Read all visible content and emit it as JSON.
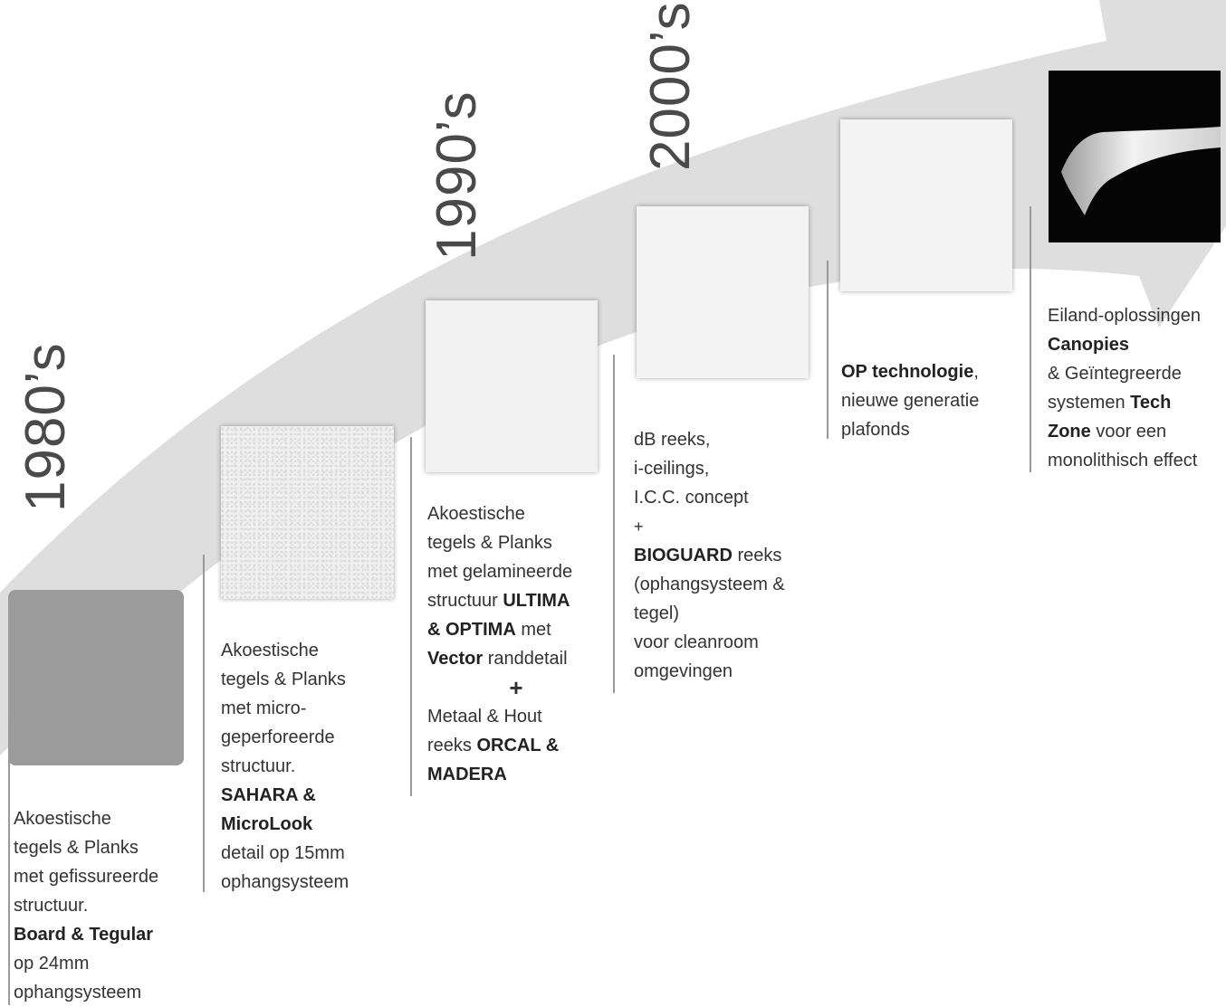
{
  "decades": [
    "1980’s",
    "1990’s",
    "2000’s"
  ],
  "colors": {
    "arrow": "#dedede",
    "tile_1980": "#9b9b9b",
    "canopy_bg": "#050505",
    "divider": "#9a9a9a"
  },
  "icons": [
    "canopy-photo"
  ],
  "era_1980": {
    "l1": "Akoestische",
    "l2": "tegels & Planks",
    "l3": "met gefissureerde",
    "l4": "structuur.",
    "l5_bold": "Board & Tegular",
    "l6": "op 24mm",
    "l7": "ophangsysteem"
  },
  "era_microlook": {
    "l1": "Akoestische",
    "l2": "tegels & Planks",
    "l3": "met micro-",
    "l4": "geperforeerde",
    "l5": "structuur.",
    "l6_bold": "SAHARA &",
    "l7_bold": "MicroLook",
    "l8": "detail op 15mm",
    "l9": "ophangsysteem"
  },
  "era_1990": {
    "l1": "Akoestische",
    "l2": "tegels & Planks",
    "l3": "met gelamineerde",
    "l4_pre": "structuur ",
    "l4_bold": "ULTIMA",
    "l5_bold": "& OPTIMA",
    "l5_post": " met",
    "l6_bold": "Vector",
    "l6_post": " randdetail",
    "plus": "+",
    "l7": "Metaal & Hout",
    "l8_pre": "reeks ",
    "l8_bold": "ORCAL &",
    "l9_bold": "MADERA"
  },
  "era_2000": {
    "l1": "dB reeks,",
    "l2": "i-ceilings,",
    "l3": "I.C.C. concept",
    "plus": "+",
    "l4_bold": "BIOGUARD",
    "l4_post": " reeks",
    "l5": "(ophangsysteem &",
    "l6": "tegel)",
    "l7": "voor cleanroom",
    "l8": "omgevingen"
  },
  "era_op": {
    "l1_bold": "OP technologie",
    "l1_post": ",",
    "l2": "nieuwe generatie",
    "l3": "plafonds"
  },
  "era_canopy": {
    "l1": "Eiland-oplossingen",
    "l2_bold": "Canopies",
    "l3": "& Geïntegreerde",
    "l4_pre": "systemen ",
    "l4_bold": "Tech",
    "l5_bold": "Zone",
    "l5_post": " voor een",
    "l6": "monolithisch effect"
  }
}
